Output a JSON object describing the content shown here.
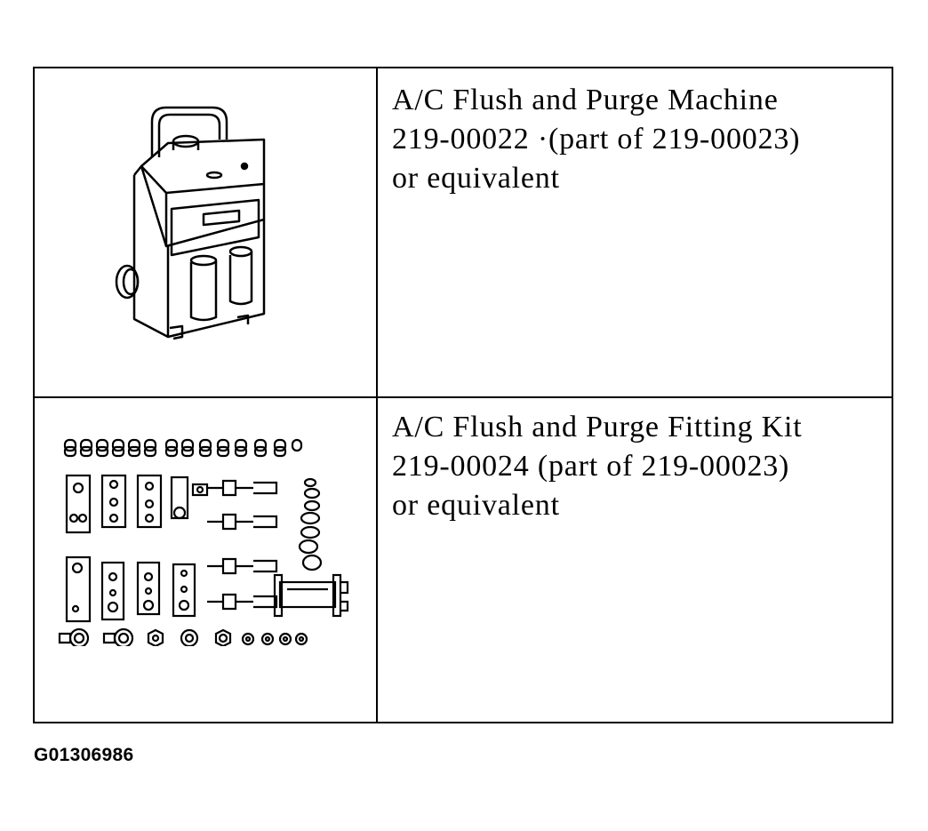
{
  "rows": [
    {
      "illustration": "flush-purge-machine-illustration",
      "name": "A/C Flush and Purge Machine",
      "part": "219-00022 ·(part of 219-00023)",
      "note": "or equivalent"
    },
    {
      "illustration": "fitting-kit-illustration",
      "name": "A/C Flush and Purge Fitting Kit",
      "part": "219-00024 (part of 219-00023)",
      "note": "or equivalent"
    }
  ],
  "figure_id": "G01306986"
}
